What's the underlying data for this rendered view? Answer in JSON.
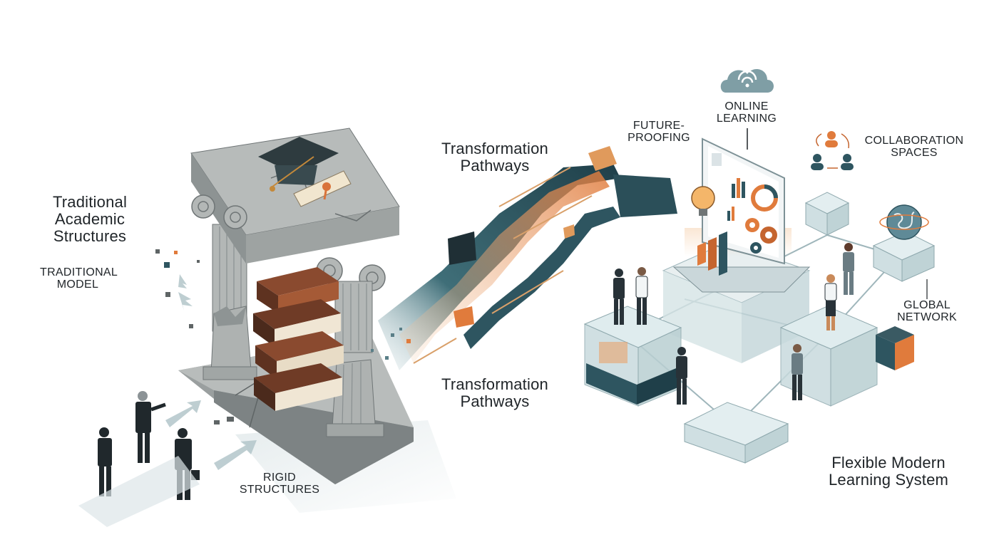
{
  "labels": {
    "traditional_structures": "Traditional\nAcademic\nStructures",
    "traditional_model": "TRADITIONAL\nMODEL",
    "rigid_structures": "RIGID\nSTRUCTURES",
    "transformation_top": "Transformation\nPathways",
    "transformation_bottom": "Transformation\nPathways",
    "future_proofing": "FUTURE-\nPROOFING",
    "online_learning": "ONLINE\nLEARNING",
    "collaboration_spaces": "COLLABORATION\nSPACES",
    "global_network": "GLOBAL\nNETWORK",
    "flexible_system": "Flexible Modern\nLearning System"
  },
  "icons": [
    "graduation-cap-icon",
    "diploma-scroll-icon",
    "cloud-wifi-icon",
    "lightbulb-icon",
    "gear-icon",
    "people-cycle-icon",
    "globe-icon",
    "arrow-icon"
  ],
  "colors": {
    "stone": "#a9adad",
    "stone_dark": "#6f7576",
    "teal": "#2e5560",
    "orange": "#e07b3c",
    "glass": "#dcebeb",
    "ink": "#1f2428"
  }
}
